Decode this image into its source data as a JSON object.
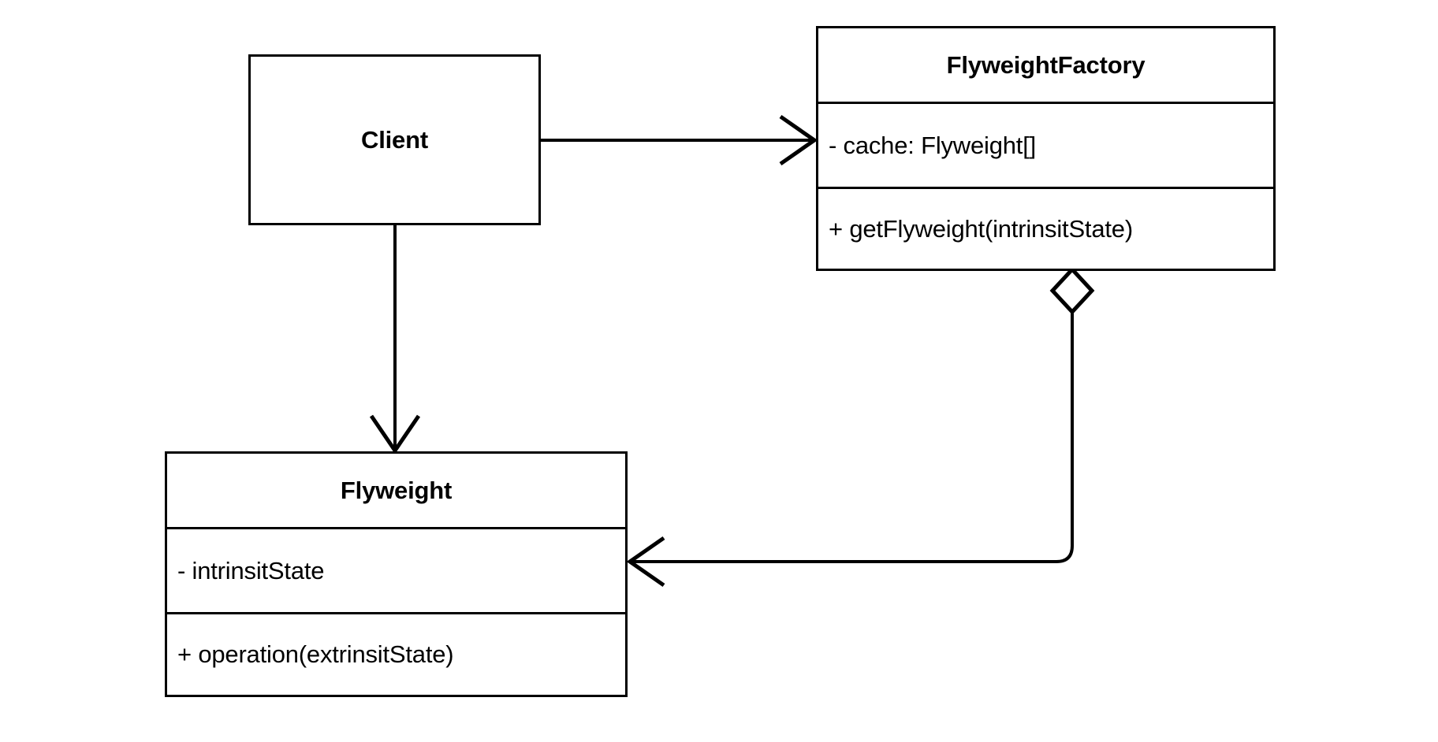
{
  "diagram": {
    "kind": "uml-class-diagram",
    "pattern_name": "Flyweight",
    "background_color": "#ffffff",
    "line_color": "#000000",
    "text_color": "#000000"
  },
  "classes": {
    "client": {
      "name": "Client",
      "attributes": [],
      "operations": []
    },
    "flyweight_factory": {
      "name": "FlyweightFactory",
      "attributes": [
        "- cache: Flyweight[]"
      ],
      "operations": [
        "+ getFlyweight(intrinsitState)"
      ]
    },
    "flyweight": {
      "name": "Flyweight",
      "attributes": [
        "- intrinsitState"
      ],
      "operations": [
        "+ operation(extrinsitState)"
      ]
    }
  },
  "relationships": [
    {
      "id": "client-uses-factory",
      "source": "client",
      "target": "flyweight_factory",
      "type": "dependency-association",
      "arrow_head": "open-arrow",
      "arrow_end": "target",
      "label": ""
    },
    {
      "id": "client-uses-flyweight",
      "source": "client",
      "target": "flyweight",
      "type": "dependency-association",
      "arrow_head": "open-arrow",
      "arrow_end": "target",
      "label": ""
    },
    {
      "id": "factory-aggregates-flyweight",
      "source": "flyweight_factory",
      "target": "flyweight",
      "type": "aggregation",
      "arrow_head": "open-arrow",
      "source_decoration": "hollow-diamond",
      "arrow_end": "target",
      "label": ""
    }
  ]
}
